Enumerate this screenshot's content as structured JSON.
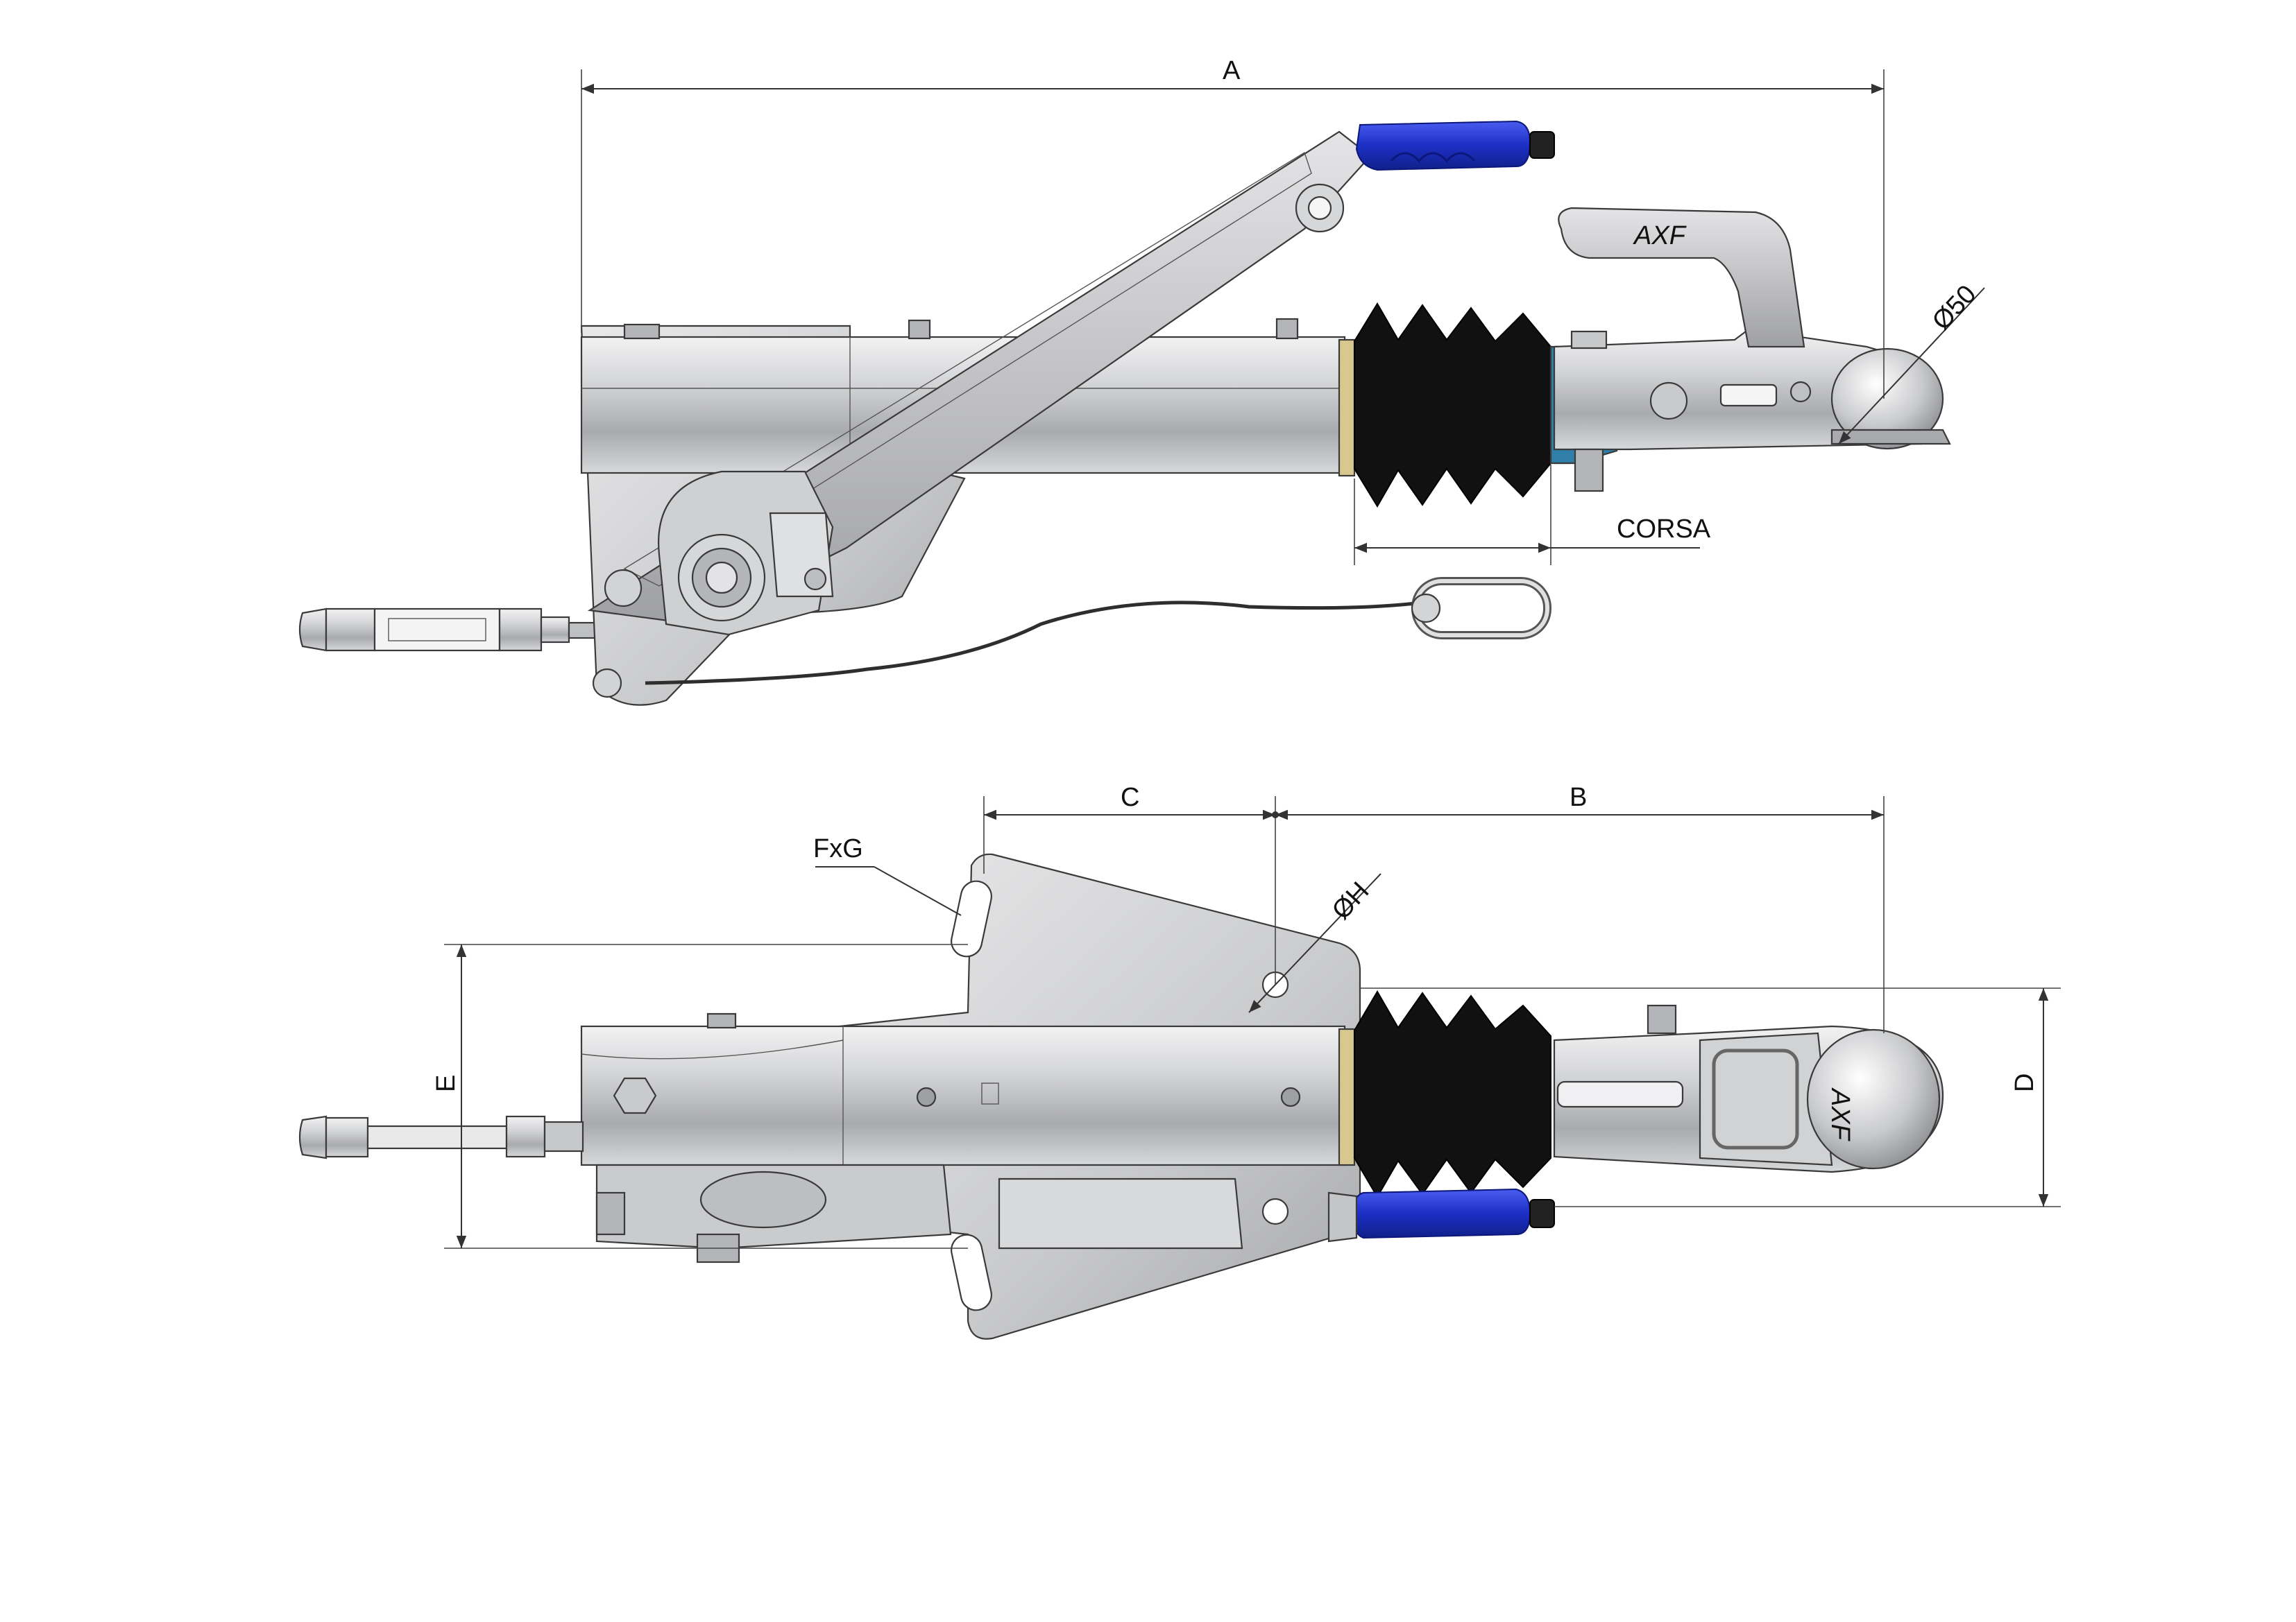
{
  "dimensions": {
    "a": "A",
    "b": "B",
    "c": "C",
    "d": "D",
    "e": "E",
    "diameter_ball": "Ø50",
    "diameter_hole": "ØH",
    "slot": "FxG",
    "stroke": "CORSA"
  },
  "markings": {
    "brand": "AXF"
  },
  "colors": {
    "steel_light": "#e6e6e8",
    "steel_mid": "#b9babd",
    "steel_dark": "#8c8d90",
    "bellows": "#111111",
    "grip": "#1c2fc4",
    "grip_light": "#4a5cf0",
    "teal_band": "#2f7fa8",
    "brass_ring": "#d8c890"
  }
}
